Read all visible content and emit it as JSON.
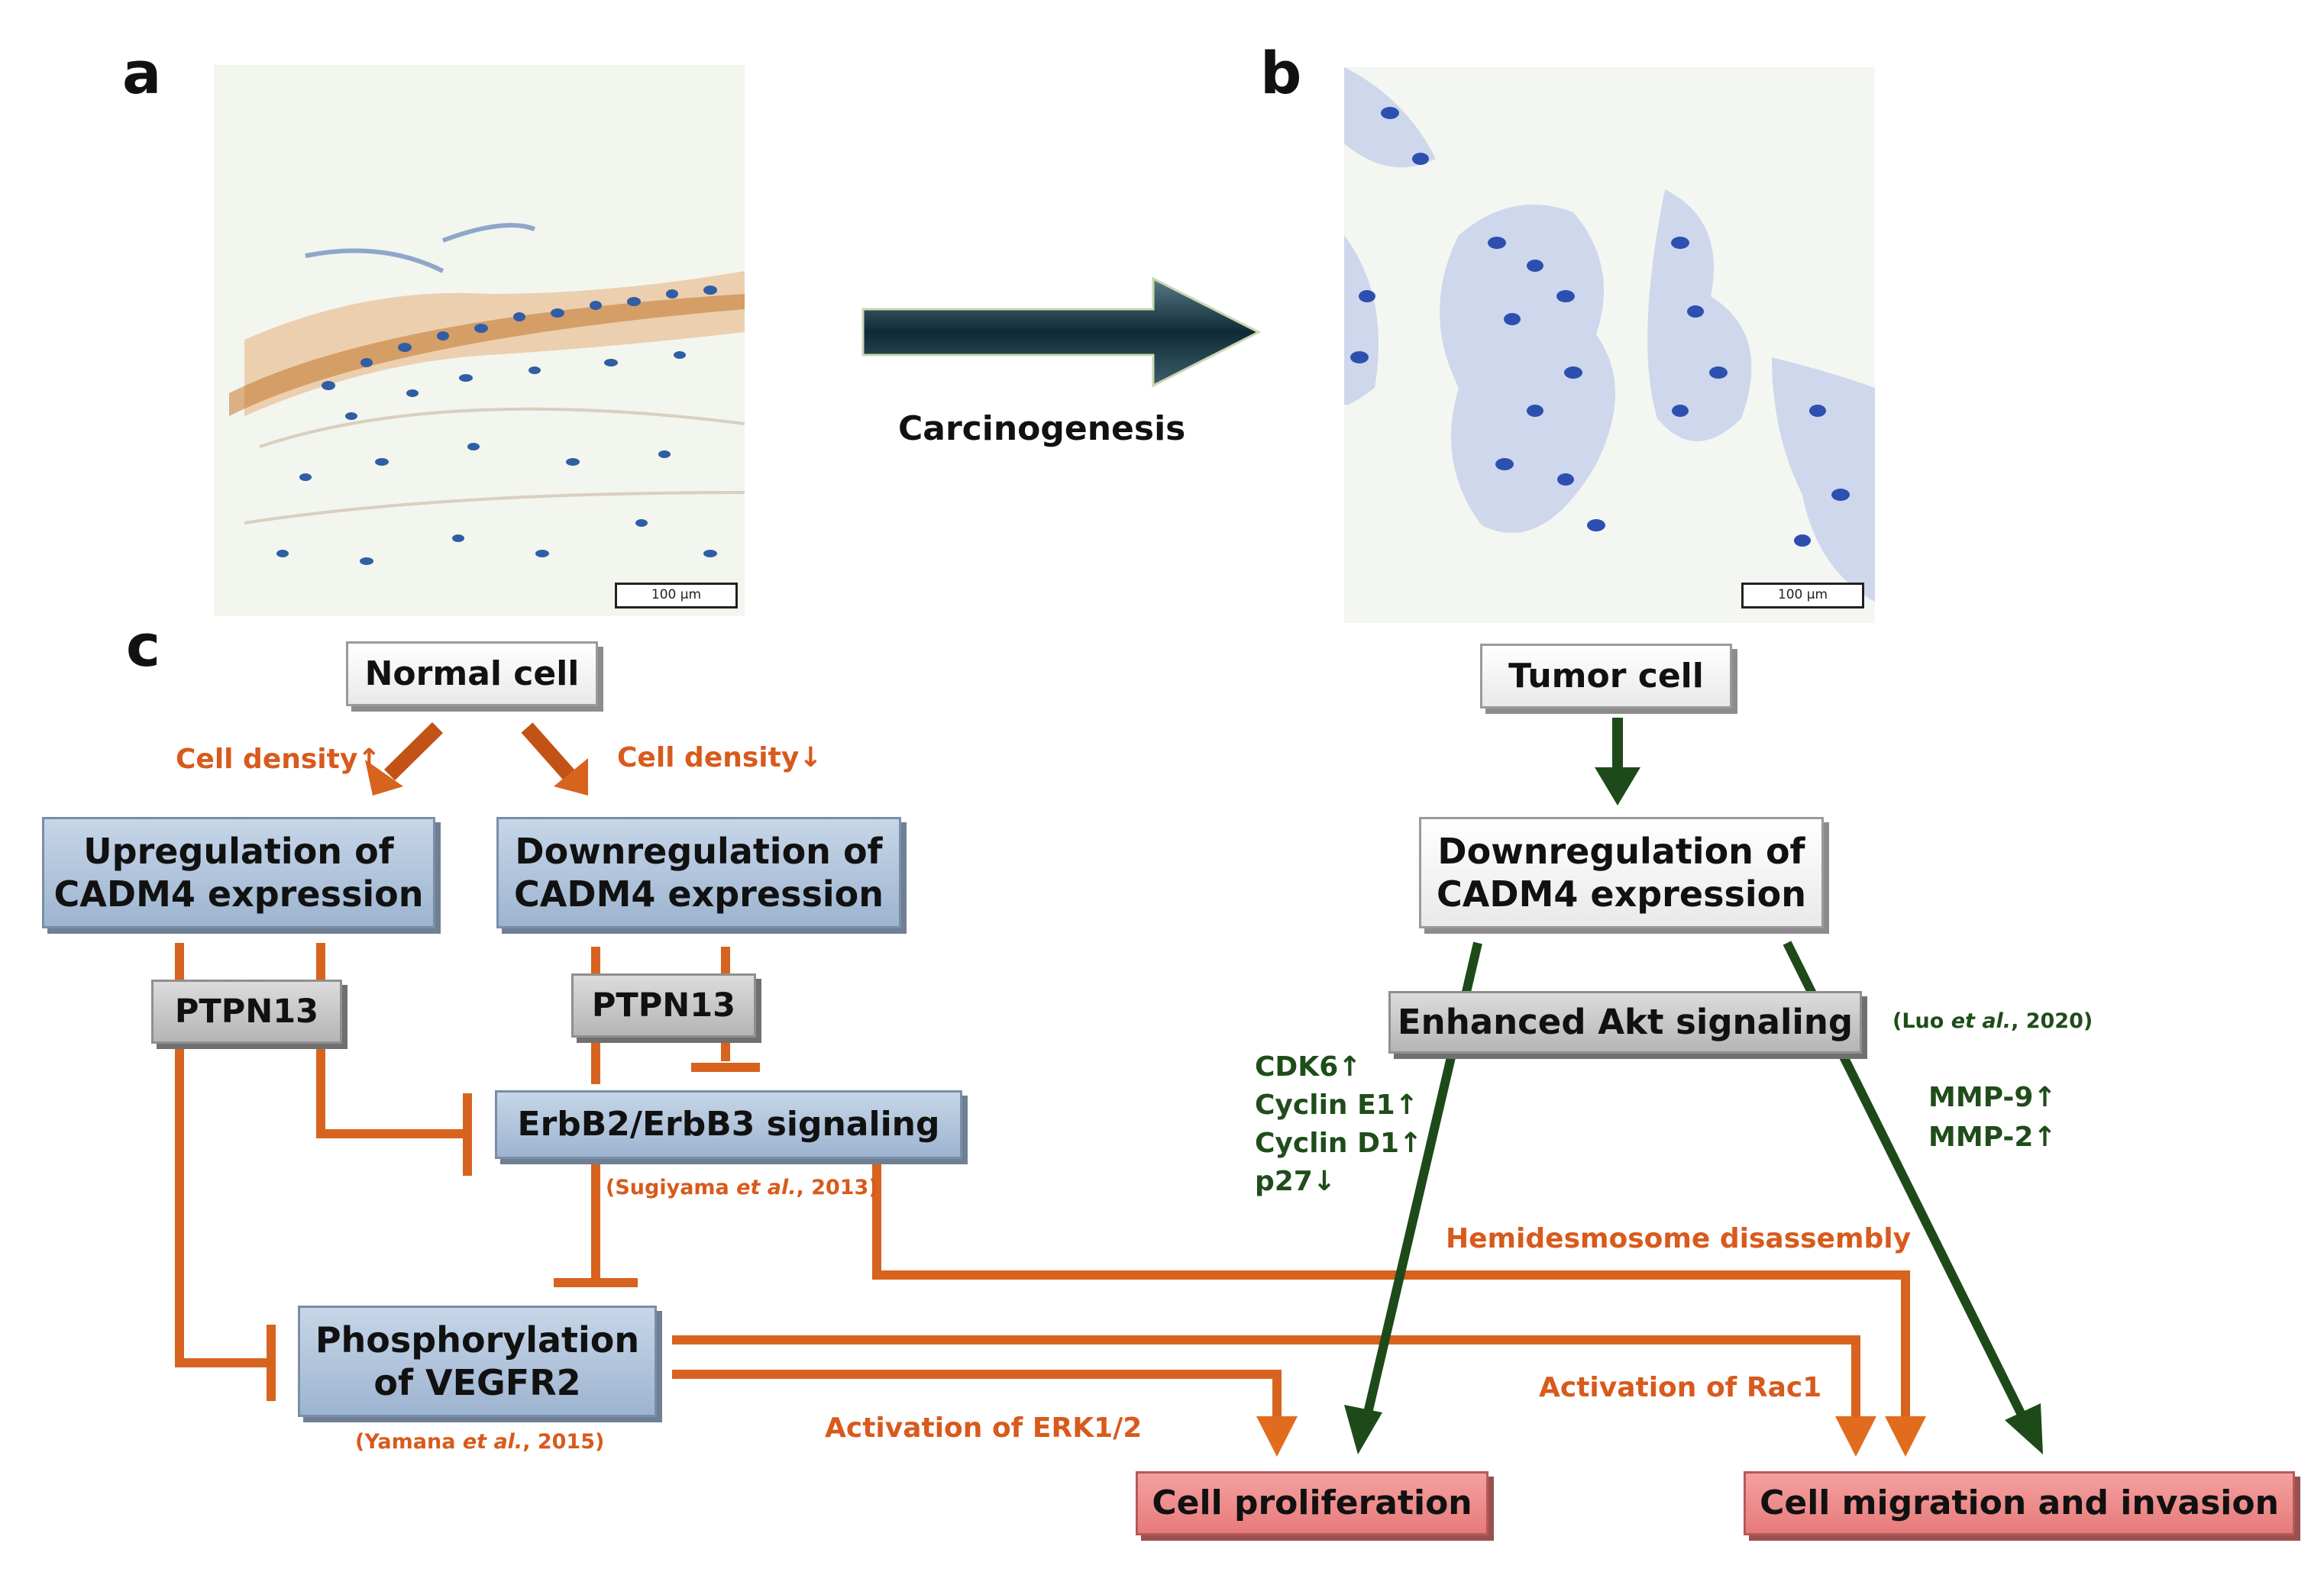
{
  "panels": {
    "a": "a",
    "b": "b",
    "c": "c"
  },
  "micrographs": {
    "a_scalebar": "100 μm",
    "b_scalebar": "100 μm"
  },
  "transition_label": "Carcinogenesis",
  "nodes": {
    "normal_cell": "Normal cell",
    "tumor_cell": "Tumor cell",
    "upregulation_line1": "Upregulation of",
    "upregulation_line2": "CADM4 expression",
    "downregulation_normal_line1": "Downregulation of",
    "downregulation_normal_line2": "CADM4 expression",
    "downregulation_tumor_line1": "Downregulation of",
    "downregulation_tumor_line2": "CADM4 expression",
    "ptpn13_left": "PTPN13",
    "ptpn13_right": "PTPN13",
    "erbb_signaling": "ErbB2/ErbB3 signaling",
    "phospho_line1": "Phosphorylation",
    "phospho_line2": "of VEGFR2",
    "enhanced_akt": "Enhanced Akt signaling",
    "cell_proliferation": "Cell proliferation",
    "cell_migration": "Cell migration and invasion"
  },
  "edge_labels": {
    "cell_density_up": "Cell density↑",
    "cell_density_down": "Cell density↓",
    "cdk6": "CDK6↑",
    "cyclin_e1": "Cyclin E1↑",
    "cyclin_d1": "Cyclin D1↑",
    "p27": "p27↓",
    "mmp9": "MMP-9↑",
    "mmp2": "MMP-2↑",
    "hemidesmosome": "Hemidesmosome disassembly",
    "activation_rac1": "Activation of Rac1",
    "activation_erk": "Activation of ERK1/2"
  },
  "citations": {
    "sugiyama": {
      "pre": "(Sugiyama ",
      "etal": "et al.",
      "post": ", 2013)"
    },
    "yamana": {
      "pre": "(Yamana ",
      "etal": "et al.",
      "post": ", 2015)"
    },
    "luo": {
      "pre": "(Luo ",
      "etal": "et al.",
      "post": ", 2020)"
    }
  },
  "colors": {
    "orange_arrow": "#d7631f",
    "green_arrow": "#1e4a1a",
    "orange_text": "#d85a1c",
    "green_text": "#1f4d1a"
  }
}
